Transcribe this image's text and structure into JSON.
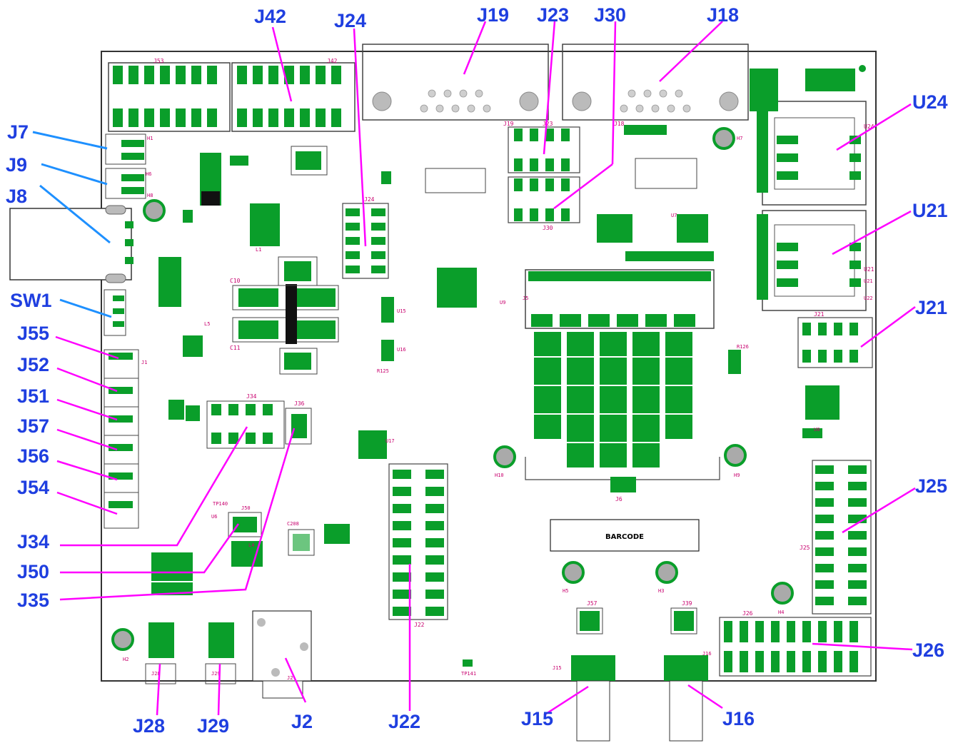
{
  "callouts": {
    "J42": "J42",
    "J24": "J24",
    "J19": "J19",
    "J23": "J23",
    "J30": "J30",
    "J18": "J18",
    "J7": "J7",
    "J9": "J9",
    "J8": "J8",
    "SW1": "SW1",
    "J55": "J55",
    "J52": "J52",
    "J51": "J51",
    "J57": "J57",
    "J56": "J56",
    "J54": "J54",
    "J34": "J34",
    "J50": "J50",
    "J35": "J35",
    "U24": "U24",
    "U21": "U21",
    "J21": "J21",
    "J25": "J25",
    "J26": "J26",
    "J28": "J28",
    "J29": "J29",
    "J2": "J2",
    "J22": "J22",
    "J15": "J15",
    "J16": "J16"
  },
  "board": {
    "barcode_label": "BARCODE",
    "silk": {
      "J53": "J53",
      "J42s": "J42",
      "J19s": "J19",
      "J23s": "J23",
      "J30s": "J30",
      "J18s": "J18",
      "J22s": "J22",
      "J25s": "J25",
      "J26s": "J26",
      "J21s": "J21",
      "J24s": "J24",
      "J34s": "J34",
      "J36": "J36",
      "J50s": "J50",
      "J57s": "J57",
      "J39": "J39",
      "J15s": "J15",
      "J16s": "J16",
      "J28s": "J28",
      "J29s": "J29",
      "J2s": "J2",
      "J5": "J5",
      "J6": "J6",
      "J1": "J1",
      "U24s": "U24",
      "U21s": "U21",
      "C10": "C10",
      "C11": "C11",
      "H1": "H1",
      "H2": "H2",
      "H3": "H3",
      "H4": "H4",
      "H5": "H5",
      "H6": "H6",
      "H7": "H7",
      "H8": "H8",
      "H9": "H9",
      "H10": "H10",
      "L1": "L1",
      "L4": "L4",
      "L5": "L5",
      "U6": "U6",
      "U7": "U7",
      "U8": "U8",
      "U9": "U9",
      "U15": "U15",
      "U16": "U16",
      "U17": "U17",
      "U21b": "U21",
      "U22": "U22",
      "C208": "C208",
      "TP140": "TP140",
      "TP141": "TP141",
      "R125": "R125",
      "R126": "R126"
    }
  },
  "colors": {
    "callout": "#1f3fe0",
    "pad": "#0a9e2a",
    "silk": "#c8006e",
    "outline": "#333333",
    "leader_blue": "#1e90ff",
    "leader_magenta": "#ff00ff"
  }
}
